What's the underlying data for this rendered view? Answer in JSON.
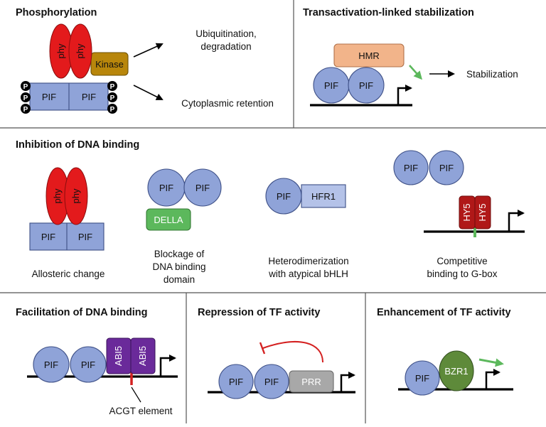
{
  "panels": {
    "phosphorylation": {
      "title": "Phosphorylation",
      "phy": "phy",
      "kinase": "Kinase",
      "pif": "PIF",
      "p": "P",
      "out1_line1": "Ubiquitination,",
      "out1_line2": "degradation",
      "out2": "Cytoplasmic retention"
    },
    "transactivation": {
      "title": "Transactivation-linked stabilization",
      "hmr": "HMR",
      "pif": "PIF",
      "result": "Stabilization"
    },
    "inhibition": {
      "title": "Inhibition of DNA binding",
      "phy": "phy",
      "pif": "PIF",
      "della": "DELLA",
      "hfr1": "HFR1",
      "hy5": "HY5",
      "cap_allosteric": "Allosteric change",
      "cap_blockage": [
        "Blockage of",
        "DNA binding",
        "domain"
      ],
      "cap_hetero": [
        "Heterodimerization",
        "with atypical bHLH"
      ],
      "cap_competitive": [
        "Competitive",
        "binding to G-box"
      ]
    },
    "facilitation": {
      "title": "Facilitation of DNA binding",
      "pif": "PIF",
      "abi5": "ABI5",
      "element": "ACGT element"
    },
    "repression": {
      "title": "Repression of TF activity",
      "pif": "PIF",
      "prr": "PRR"
    },
    "enhancement": {
      "title": "Enhancement of TF activity",
      "pif": "PIF",
      "bzr1": "BZR1"
    }
  },
  "colors": {
    "pif_fill": "#8fa3d8",
    "pif_stroke": "#3d4f86",
    "phy_fill": "#e31a1c",
    "kinase_fill": "#b8860b",
    "hmr_fill": "#f2b48a",
    "della_fill": "#5cb85c",
    "hy5_fill": "#b01818",
    "abi5_fill": "#6a2a9a",
    "prr_fill": "#a8a8a8",
    "bzr1_fill": "#5e8a3a",
    "green_arrow": "#5cb85c",
    "red_repression": "#d42020"
  }
}
